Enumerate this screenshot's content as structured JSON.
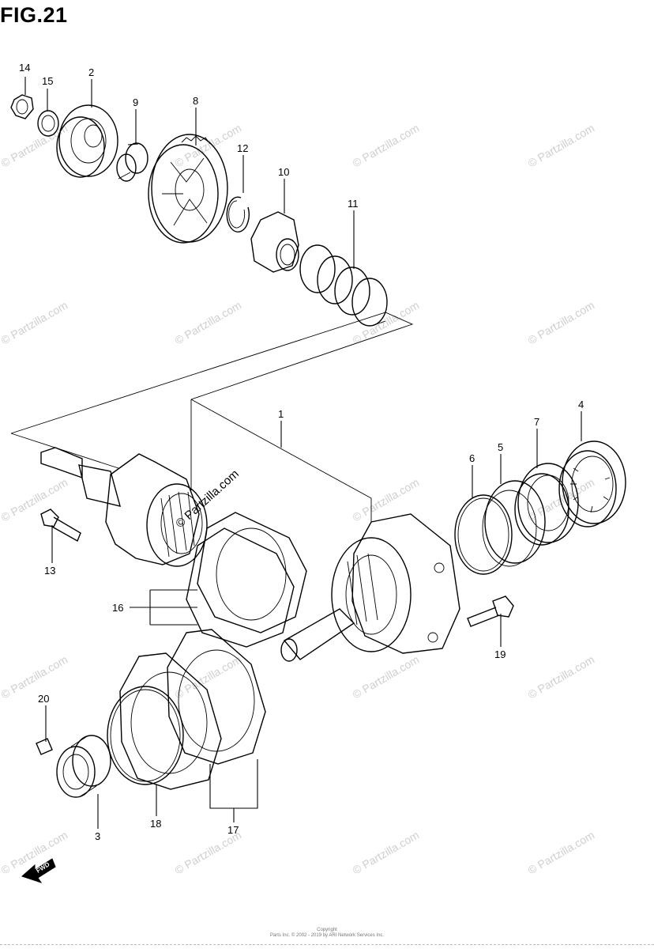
{
  "figure": {
    "title": "FIG.21",
    "watermark": "© Partzilla.com",
    "center_watermark": "© Partzilla.com",
    "fwd_label": "FWD",
    "footer_line1": "Copyright",
    "footer_line2": "Parts Inc. © 2002 - 2019 by ARI Network Services Inc."
  },
  "callouts": {
    "p1": "1",
    "p2": "2",
    "p3": "3",
    "p4": "4",
    "p5": "5",
    "p6": "6",
    "p7": "7",
    "p8": "8",
    "p9": "9",
    "p10": "10",
    "p11": "11",
    "p12": "12",
    "p13": "13",
    "p14": "14",
    "p15": "15",
    "p16": "16",
    "p17": "17",
    "p18": "18",
    "p19": "19",
    "p20": "20"
  },
  "colors": {
    "line": "#000000",
    "watermark": "#cfcfcf",
    "background": "#ffffff"
  }
}
